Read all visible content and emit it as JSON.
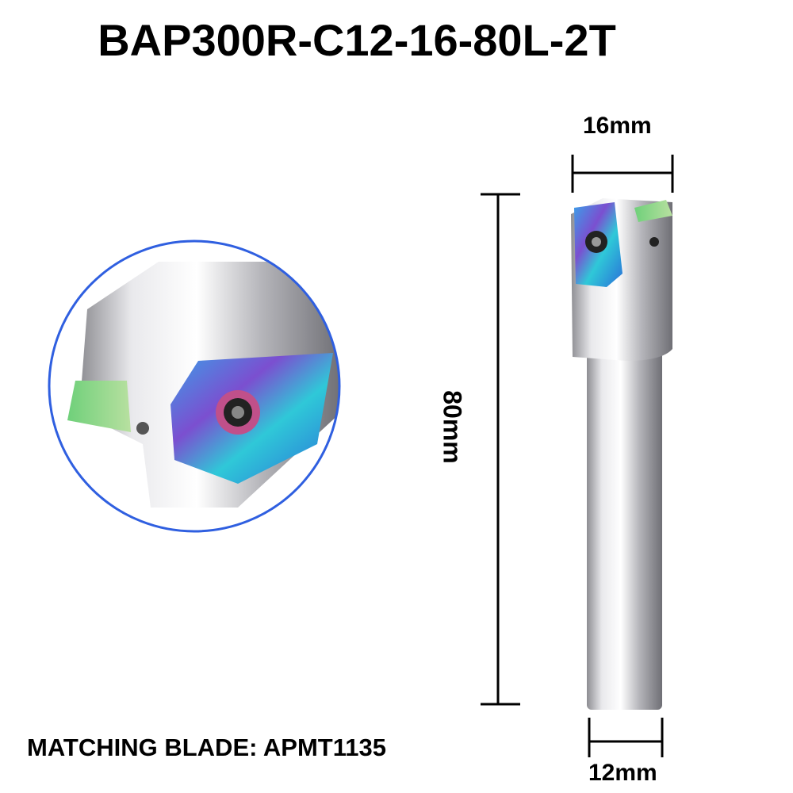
{
  "title": "BAP300R-C12-16-80L-2T",
  "dimensions": {
    "head_diameter": "16mm",
    "length": "80mm",
    "shank_diameter": "12mm"
  },
  "matching_blade": "MATCHING BLADE: APMT1135",
  "colors": {
    "circle_border": "#2f5fe0",
    "line": "#000000"
  }
}
